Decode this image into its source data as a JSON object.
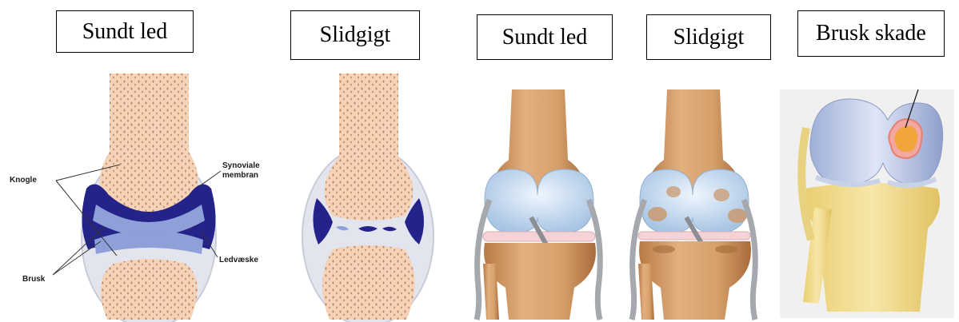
{
  "titles": {
    "panel1": "Sundt led",
    "panel2": "Slidgigt",
    "panel3": "Sundt led",
    "panel4": "Slidgigt",
    "panel5": "Brusk skade"
  },
  "annotations": {
    "knogle": "Knogle",
    "synoviale": "Synoviale",
    "membran": "membran",
    "ledvaeske": "Ledvæske",
    "brusk": "Brusk"
  },
  "colors": {
    "bone": "#f6d2b6",
    "bone_pores": "#b58a6c",
    "cartilage": "#8f9fd8",
    "synovial_fluid": "#23238a",
    "membrane": "#d6d8e2",
    "knee_bone": "#d9a574",
    "knee_cartilage": "#cfe1f3",
    "lesion": "#f1a63c",
    "tibia_yellow": "#f3dc8a"
  }
}
